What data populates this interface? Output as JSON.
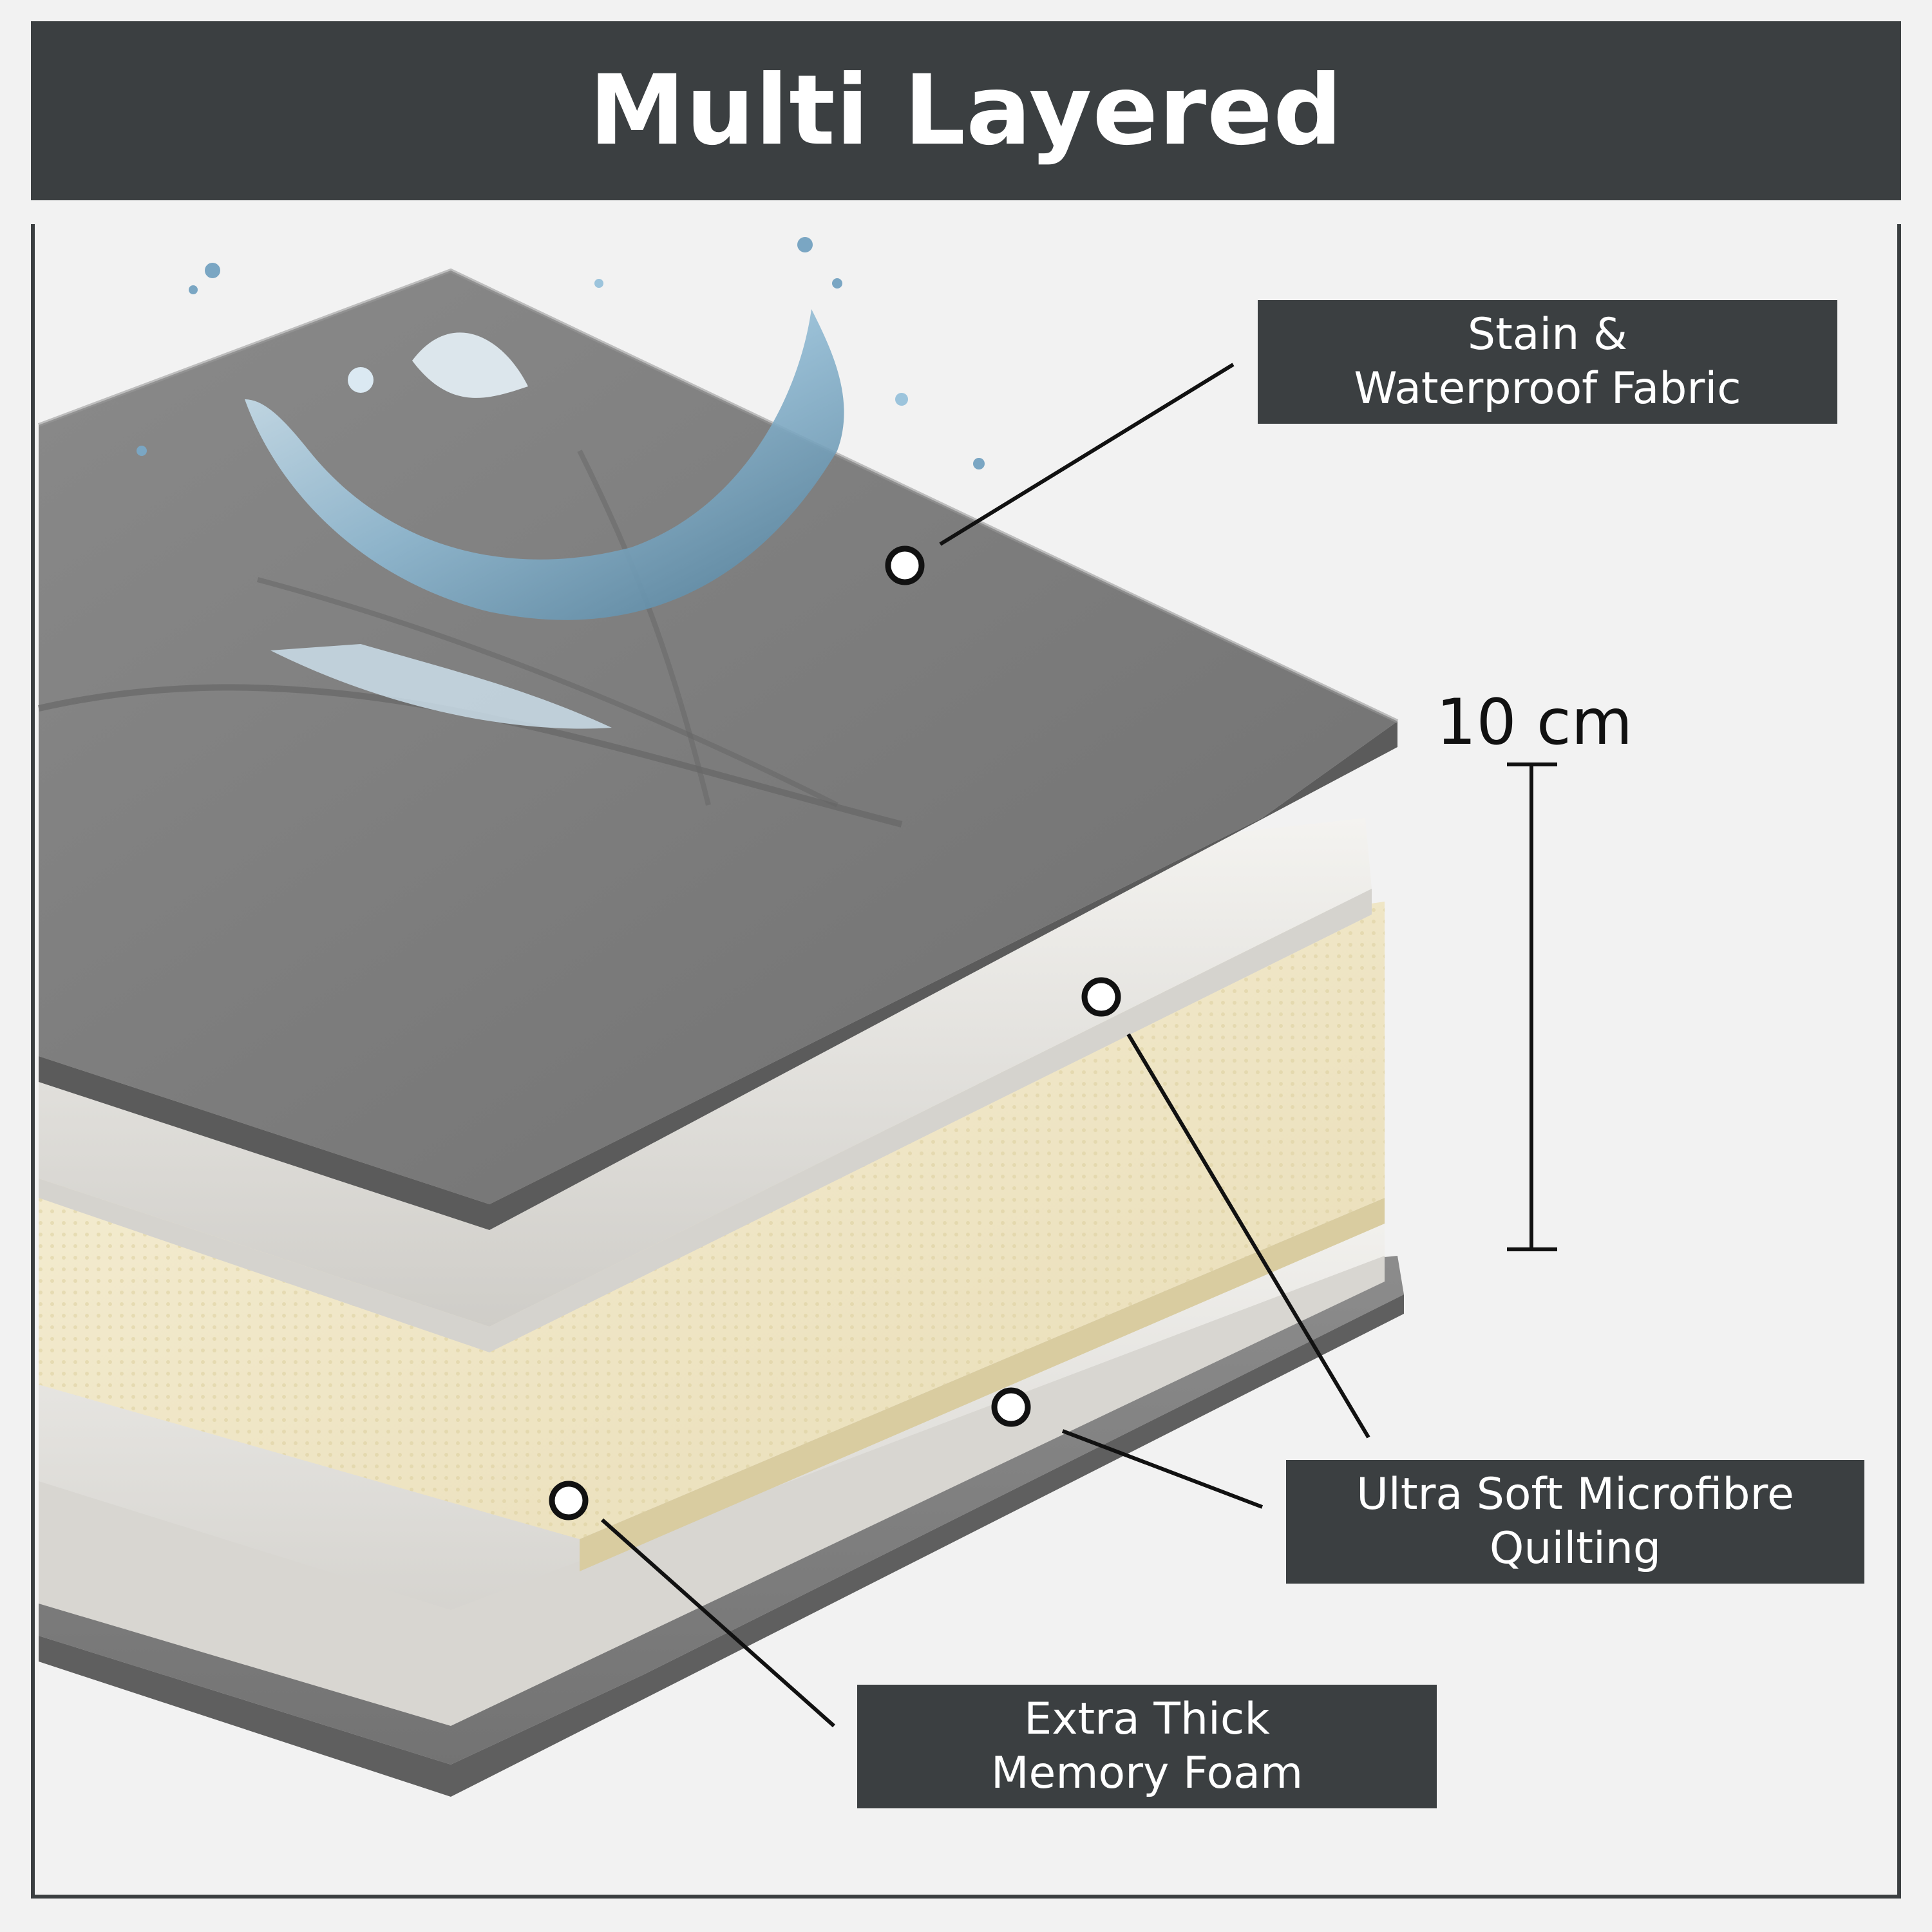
{
  "title": "Multi Layered",
  "dimension": {
    "value_text": "10 cm"
  },
  "labels": {
    "fabric": {
      "line1": "Stain &",
      "line2": "Waterproof Fabric"
    },
    "quilting": {
      "line1": "Ultra Soft Microfibre",
      "line2": "Quilting"
    },
    "foam": {
      "line1": "Extra Thick",
      "line2": "Memory Foam"
    }
  },
  "colors": {
    "banner": "#3b3f41",
    "background": "#f2f2f2",
    "fabric_grey": "#7d7d7d",
    "foam_cream": "#efe6c8",
    "fibre_white": "#e9e7e2",
    "water": "#9cc4dc"
  }
}
